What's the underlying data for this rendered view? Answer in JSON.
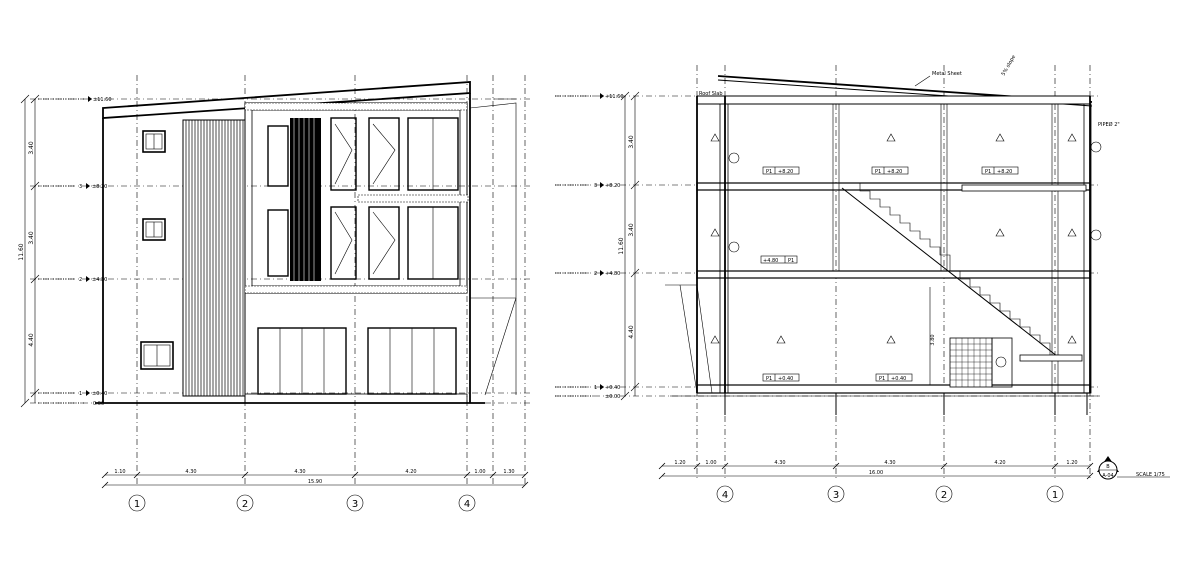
{
  "elevation": {
    "levels": [
      {
        "mark": "±11.60",
        "tag": ""
      },
      {
        "mark": "±8.20",
        "tag": "3"
      },
      {
        "mark": "±4.80",
        "tag": "2"
      },
      {
        "mark": "±0.40",
        "tag": "1"
      },
      {
        "mark": "0.00",
        "tag": ""
      }
    ],
    "vertical_dims": [
      "3.40",
      "3.40",
      "4.40"
    ],
    "overall_height": "11.60",
    "horizontal_dims": [
      "1.10",
      "4.30",
      "4.30",
      "4.20",
      "1.00",
      "1.30"
    ],
    "overall_width": "15.90",
    "axes": [
      "1",
      "2",
      "3",
      "4"
    ]
  },
  "section": {
    "levels": [
      {
        "mark": "+11.60",
        "tag": ""
      },
      {
        "mark": "+8.20",
        "tag": "3"
      },
      {
        "mark": "+4.80",
        "tag": "2"
      },
      {
        "mark": "+0.40",
        "tag": "1"
      },
      {
        "mark": "±0.00",
        "tag": ""
      }
    ],
    "vertical_dims": [
      "3.40",
      "3.40",
      "4.40"
    ],
    "overall_height": "11.60",
    "horizontal_dims": [
      "1.20",
      "1.00",
      "4.30",
      "4.30",
      "4.20",
      "1.20"
    ],
    "overall_width": "16.00",
    "axes": [
      "4",
      "3",
      "2",
      "1"
    ],
    "labels": {
      "metal_sheet": "Metal Sheet",
      "roof_slab": "Roof Slab",
      "slope": "5% slope",
      "pipe": "PIPEØ 2\"",
      "floor_2_mark": "+8.20",
      "floor_1_mark": "+4.80",
      "ground_mark": "+0.40",
      "p1": "P1",
      "stair_height": "3.80"
    },
    "section_symbol": {
      "letter": "B",
      "sheet": "A-04"
    },
    "scale": "SCALE 1/75"
  }
}
